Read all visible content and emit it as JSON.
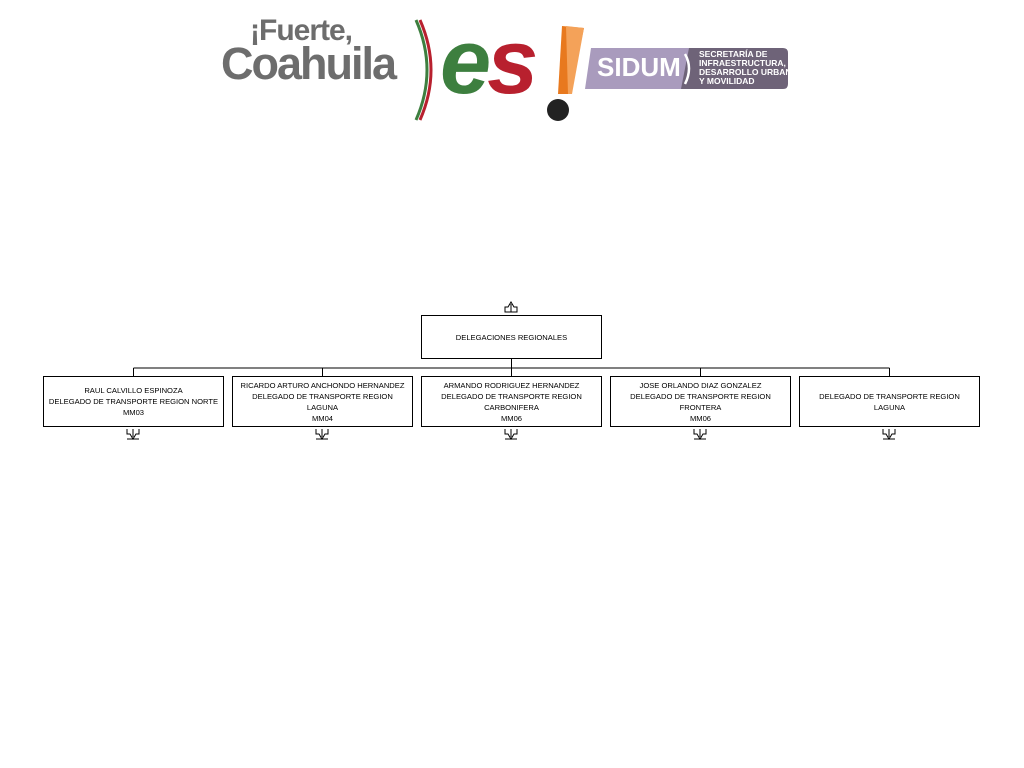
{
  "header": {
    "logo_line1": "¡Fuerte,",
    "logo_line2": "Coahuila",
    "logo_es": "es",
    "sidum_name": "SIDUM",
    "sidum_subtitle": [
      "SECRETARÍA DE",
      "INFRAESTRUCTURA,",
      "DESARROLLO URBANO",
      "Y MOVILIDAD"
    ]
  },
  "colors": {
    "logo_gray": "#6d6d6d",
    "green": "#3d7f3f",
    "red": "#b8202e",
    "orange": "#e8791e",
    "sidum_purple": "#a99bbd",
    "sidum_dark": "#6e6378"
  },
  "org": {
    "root": {
      "title": "DELEGACIONES REGIONALES"
    },
    "children": [
      {
        "lines": [
          "RAUL CALVILLO ESPINOZA",
          "DELEGADO DE TRANSPORTE REGION NORTE",
          "MM03"
        ]
      },
      {
        "lines": [
          "RICARDO ARTURO ANCHONDO HERNANDEZ",
          "DELEGADO DE TRANSPORTE REGION LAGUNA",
          "MM04"
        ]
      },
      {
        "lines": [
          "ARMANDO RODRIGUEZ HERNANDEZ",
          "DELEGADO DE TRANSPORTE REGION",
          "CARBONIFERA",
          "MM06"
        ]
      },
      {
        "lines": [
          "JOSE ORLANDO DIAZ GONZALEZ",
          "DELEGADO DE TRANSPORTE REGION FRONTERA",
          "MM06"
        ]
      },
      {
        "lines": [
          "DELEGADO DE TRANSPORTE REGION LAGUNA"
        ]
      }
    ]
  }
}
